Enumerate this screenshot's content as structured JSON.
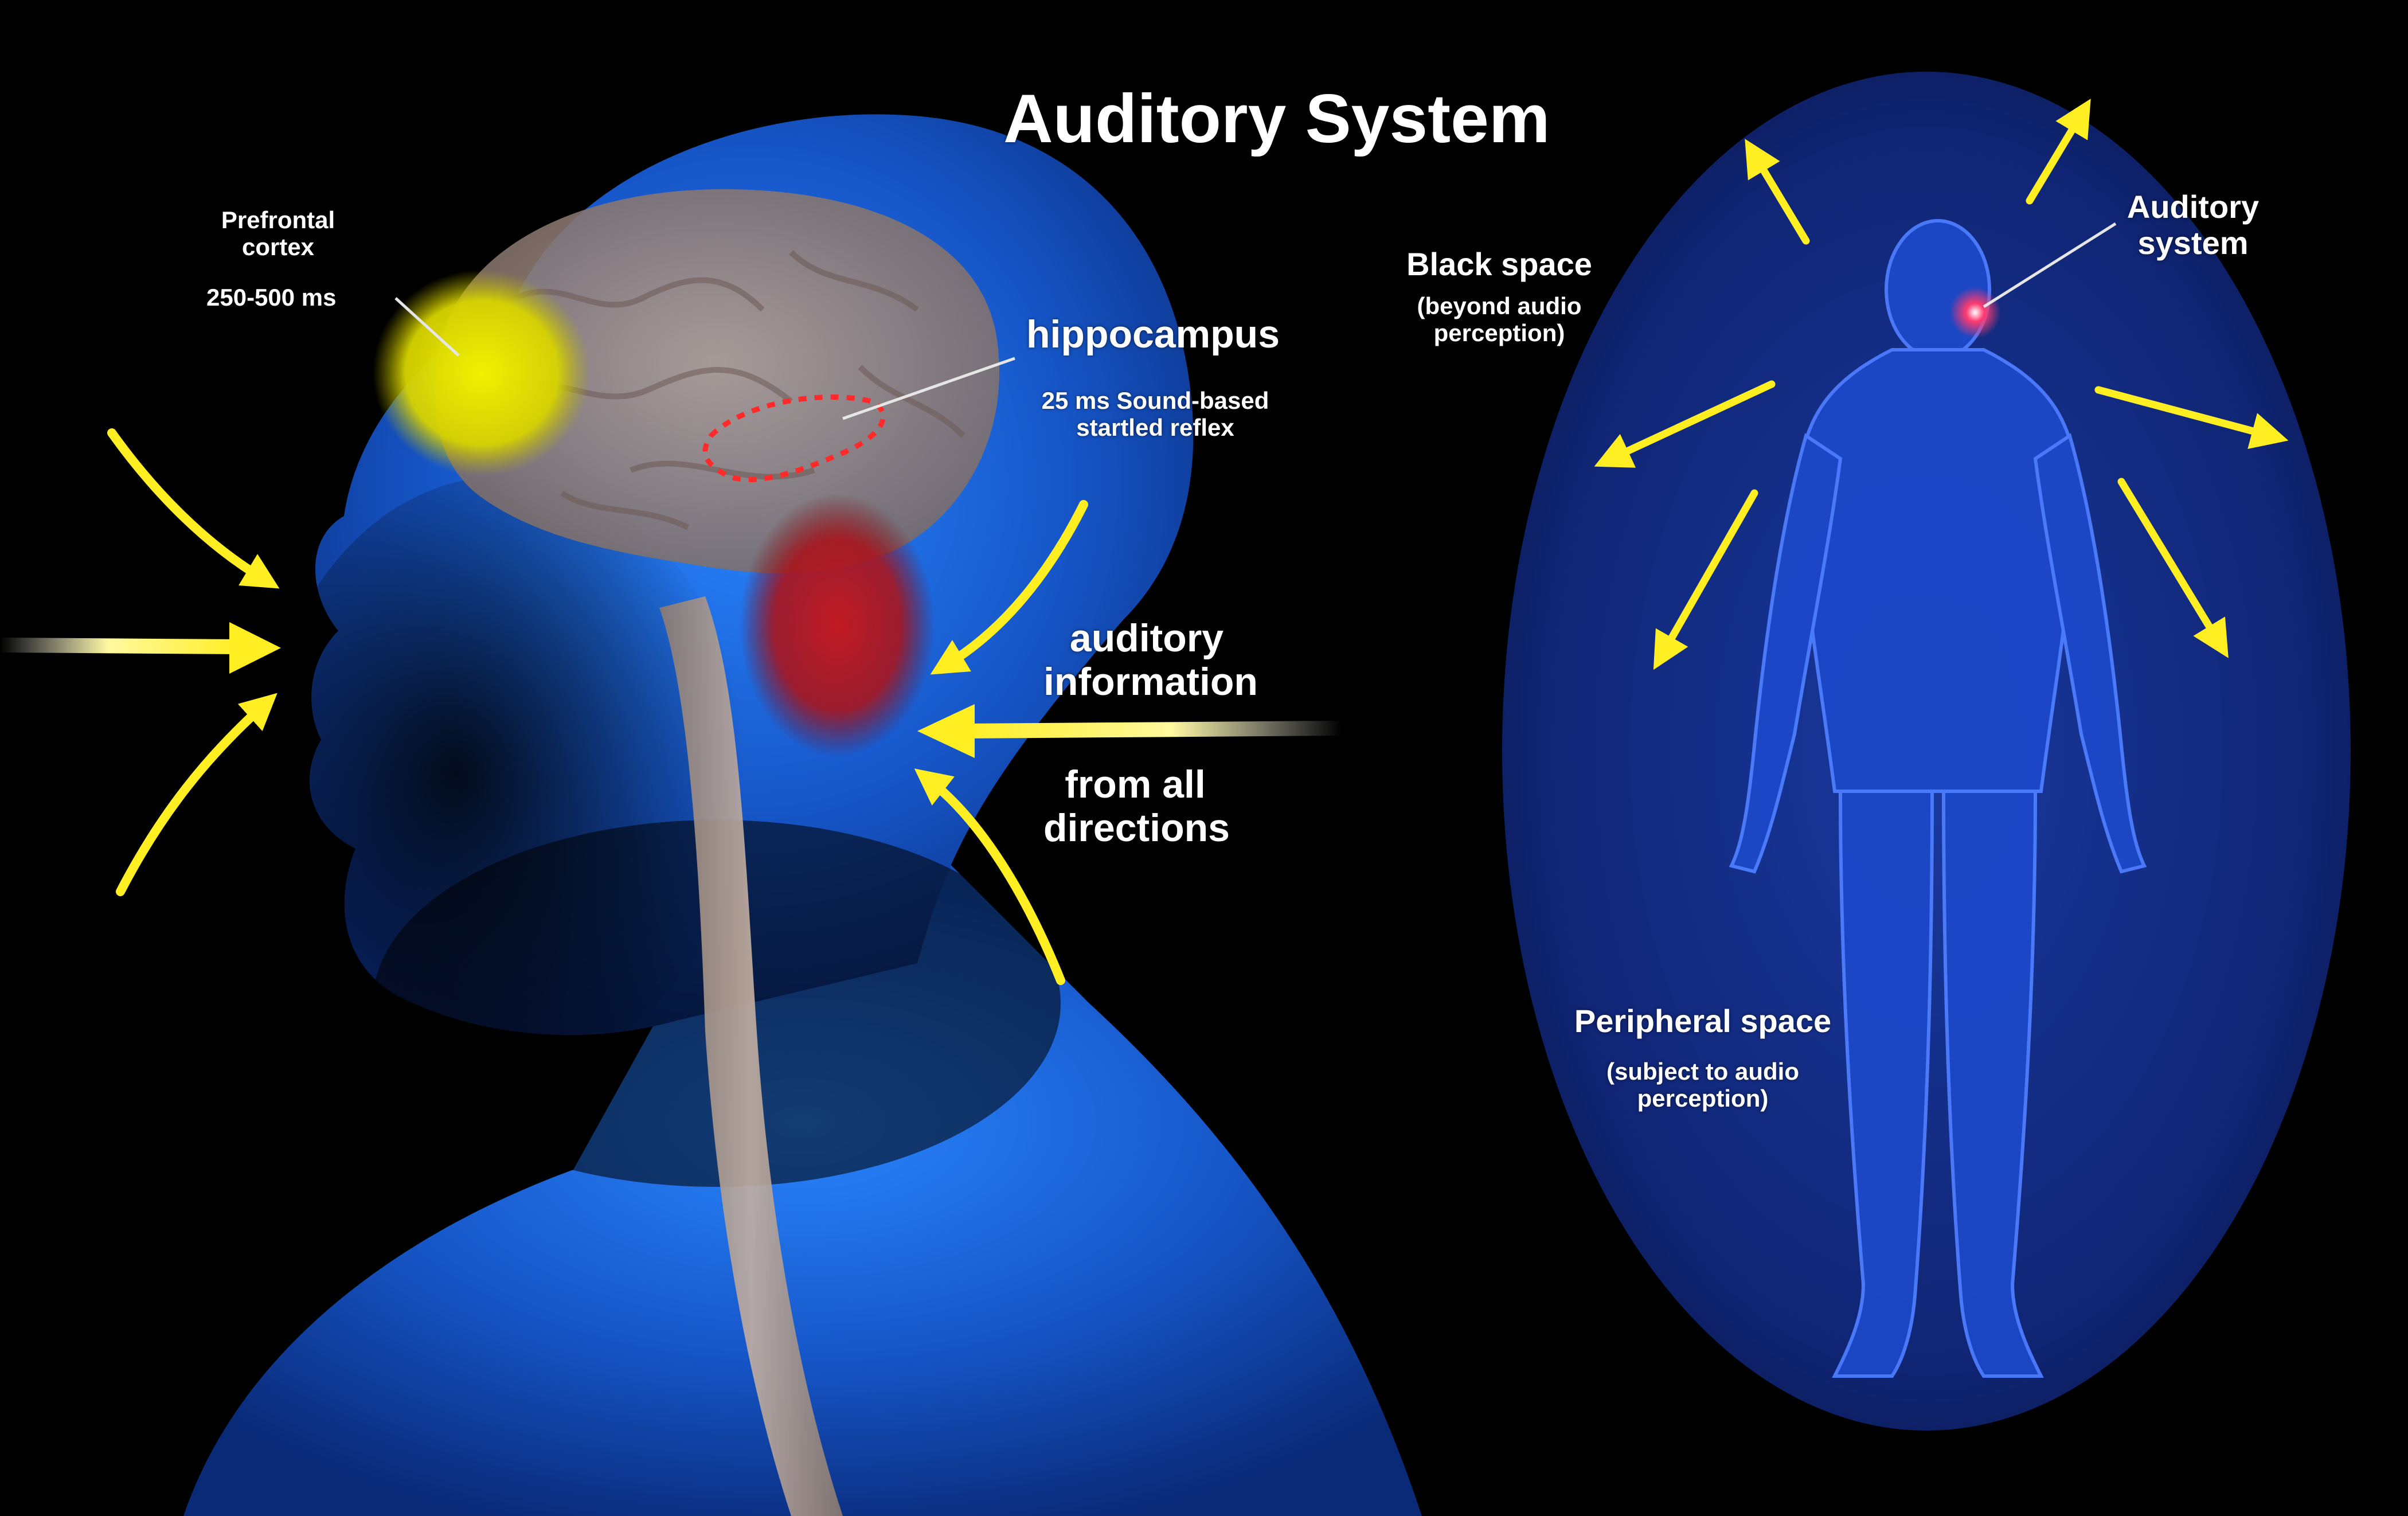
{
  "title": "Auditory System",
  "head_labels": {
    "prefrontal_line1": "Prefrontal",
    "prefrontal_line2": "cortex",
    "prefrontal_time": "250-500 ms",
    "hippocampus": "hippocampus",
    "hippocampus_note_line1": "25 ms Sound-based",
    "hippocampus_note_line2": "startled reflex",
    "auditory_info_line1": "auditory",
    "auditory_info_line2": "information",
    "directions_line1": "from all",
    "directions_line2": "directions"
  },
  "body_labels": {
    "black_space": "Black space",
    "black_space_note_line1": "(beyond audio",
    "black_space_note_line2": "perception)",
    "auditory_system_line1": "Auditory",
    "auditory_system_line2": "system",
    "peripheral_space": "Peripheral space",
    "peripheral_note_line1": "(subject to audio",
    "peripheral_note_line2": "perception)"
  },
  "colors": {
    "background": "#000000",
    "head_blue": "#1f6fe0",
    "ellipse_navy": "#12297a",
    "prefrontal_yellow": "#e8e600",
    "auditory_red": "#c8202a",
    "arrow_yellow": "#ffee33"
  }
}
